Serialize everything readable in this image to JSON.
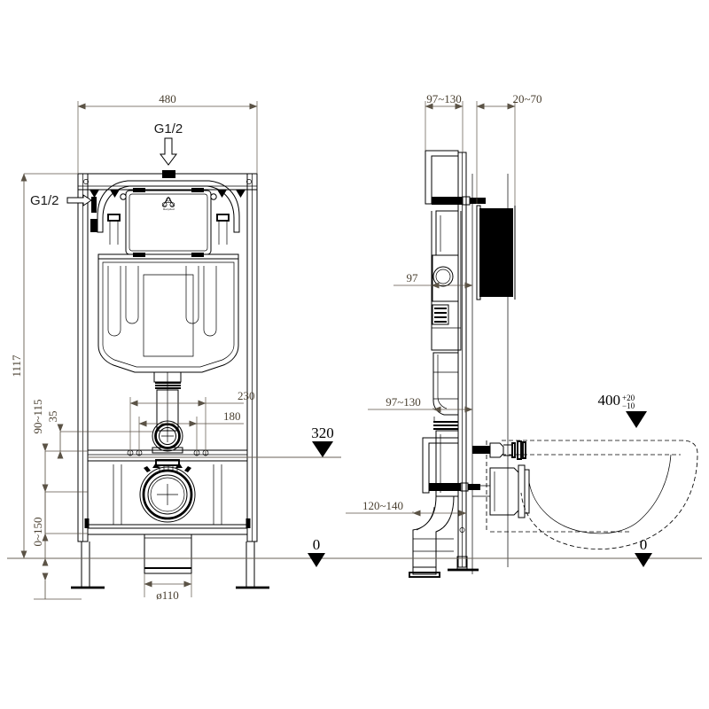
{
  "drawing": {
    "title": "Wall-hung toilet concealed cistern installation frame",
    "views": {
      "front": "front-elevation",
      "side": "side-section"
    },
    "colors": {
      "line": "#000000",
      "dimension_text": "#4a4031",
      "dimension_line": "#5b5346",
      "level_text": "#000000",
      "background": "#ffffff"
    }
  },
  "front_view": {
    "dimensions": {
      "overall_width": "480",
      "overall_height": "1117",
      "spread_outer": "230",
      "spread_inner": "180",
      "bracket_range": "90~115",
      "offset_35": "35",
      "foot_adjust": "0~150",
      "outlet_diameter": "ø110"
    },
    "labels": {
      "supply_top": "G1/2",
      "supply_side": "G1/2"
    },
    "levels": [
      {
        "value": "320",
        "marker": "filled-triangle"
      },
      {
        "value": "0",
        "marker": "filled-triangle"
      }
    ],
    "cistern_mark": "recycle-symbol"
  },
  "side_view": {
    "dimensions": {
      "depth_top": "97~130",
      "plate_projection": "20~70",
      "cistern_depth": "97",
      "depth_lower": "97~130",
      "outlet_offset": "120~140"
    },
    "levels": [
      {
        "value": "400",
        "tolerance_plus": "+20",
        "tolerance_minus": "−10",
        "marker": "filled-triangle"
      },
      {
        "value": "0",
        "marker": "filled-triangle"
      }
    ]
  }
}
